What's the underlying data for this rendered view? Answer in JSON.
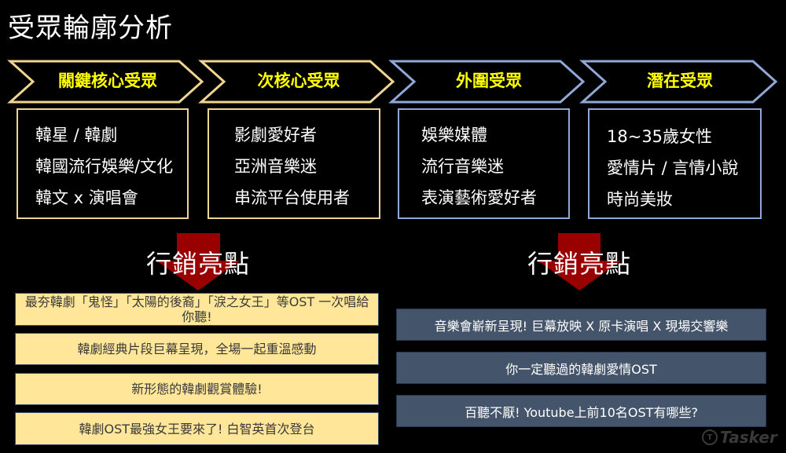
{
  "title": "受眾輪廓分析",
  "colors": {
    "background": "#000000",
    "gold_outline": "#f0d590",
    "blue_outline": "#8fa8d8",
    "chevron_text": "#ffff00",
    "arrow_red": "#990000",
    "yellow_box": "#ffe699",
    "slate_box": "#44546a"
  },
  "segments": [
    {
      "label": "關鍵核心受眾",
      "theme": "gold",
      "items": [
        "韓星 / 韓劇",
        "韓國流行娛樂/文化",
        "韓文 x 演唱會"
      ]
    },
    {
      "label": "次核心受眾",
      "theme": "gold",
      "items": [
        "影劇愛好者",
        "亞洲音樂迷",
        "串流平台使用者"
      ]
    },
    {
      "label": "外圍受眾",
      "theme": "blue",
      "items": [
        "娛樂媒體",
        "流行音樂迷",
        "表演藝術愛好者"
      ]
    },
    {
      "label": "潛在受眾",
      "theme": "blue",
      "items": [
        "18~35歲女性",
        "愛情片 / 言情小說",
        "時尚美妝"
      ]
    }
  ],
  "highlights_left": {
    "title": "行銷亮點",
    "items": [
      "最夯韓劇「鬼怪」「太陽的後裔」「淚之女王」等OST 一次唱給你聽!",
      "韓劇經典片段巨幕呈現，全場一起重溫感動",
      "新形態的韓劇觀賞體驗!",
      "韓劇OST最強女王要來了! 白智英首次登台"
    ]
  },
  "highlights_right": {
    "title": "行銷亮點",
    "items": [
      "音樂會嶄新呈現! 巨幕放映 X 原卡演唱 X 現場交響樂",
      "你一定聽過的韓劇愛情OST",
      "百聽不厭! Youtube上前10名OST有哪些?"
    ]
  },
  "watermark": {
    "icon": "tasker-logo-icon",
    "text": "Tasker"
  }
}
